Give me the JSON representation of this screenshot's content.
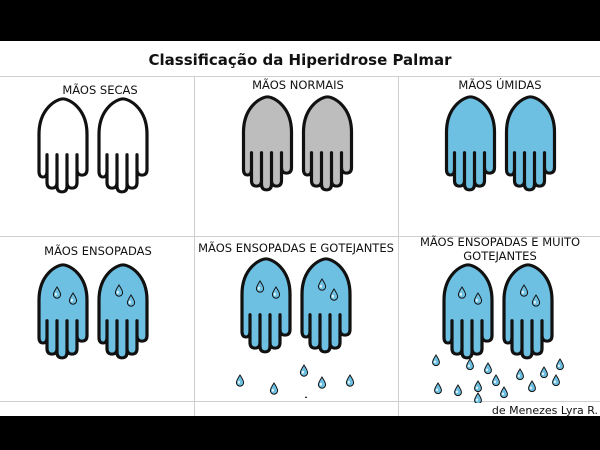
{
  "title": "Classificação da Hiperidrose Palmar",
  "credit": "de Menezes Lyra R.",
  "colors": {
    "outline": "#111111",
    "dry_fill": "#ffffff",
    "normal_fill": "#bdbdbd",
    "wet_fill": "#6ec0e2",
    "drop_fill": "#6ec0e2",
    "grid_line": "#cfcfcf"
  },
  "panels": [
    {
      "label_lines": [
        "MÃOS SECAS"
      ],
      "fill": "dry",
      "drops": "none"
    },
    {
      "label_lines": [
        "MÃOS NORMAIS"
      ],
      "fill": "normal",
      "drops": "none"
    },
    {
      "label_lines": [
        "MÃOS ÚMIDAS"
      ],
      "fill": "wet",
      "drops": "none"
    },
    {
      "label_lines": [
        "MÃOS ENSOPADAS"
      ],
      "fill": "wet",
      "drops": "on-hands"
    },
    {
      "label_lines": [
        "MÃOS ENSOPADAS E GOTEJANTES"
      ],
      "fill": "wet",
      "drops": "dripping"
    },
    {
      "label_lines": [
        "MÃOS ENSOPADAS E MUITO",
        "GOTEJANTES"
      ],
      "fill": "wet",
      "drops": "heavy-dripping"
    }
  ]
}
